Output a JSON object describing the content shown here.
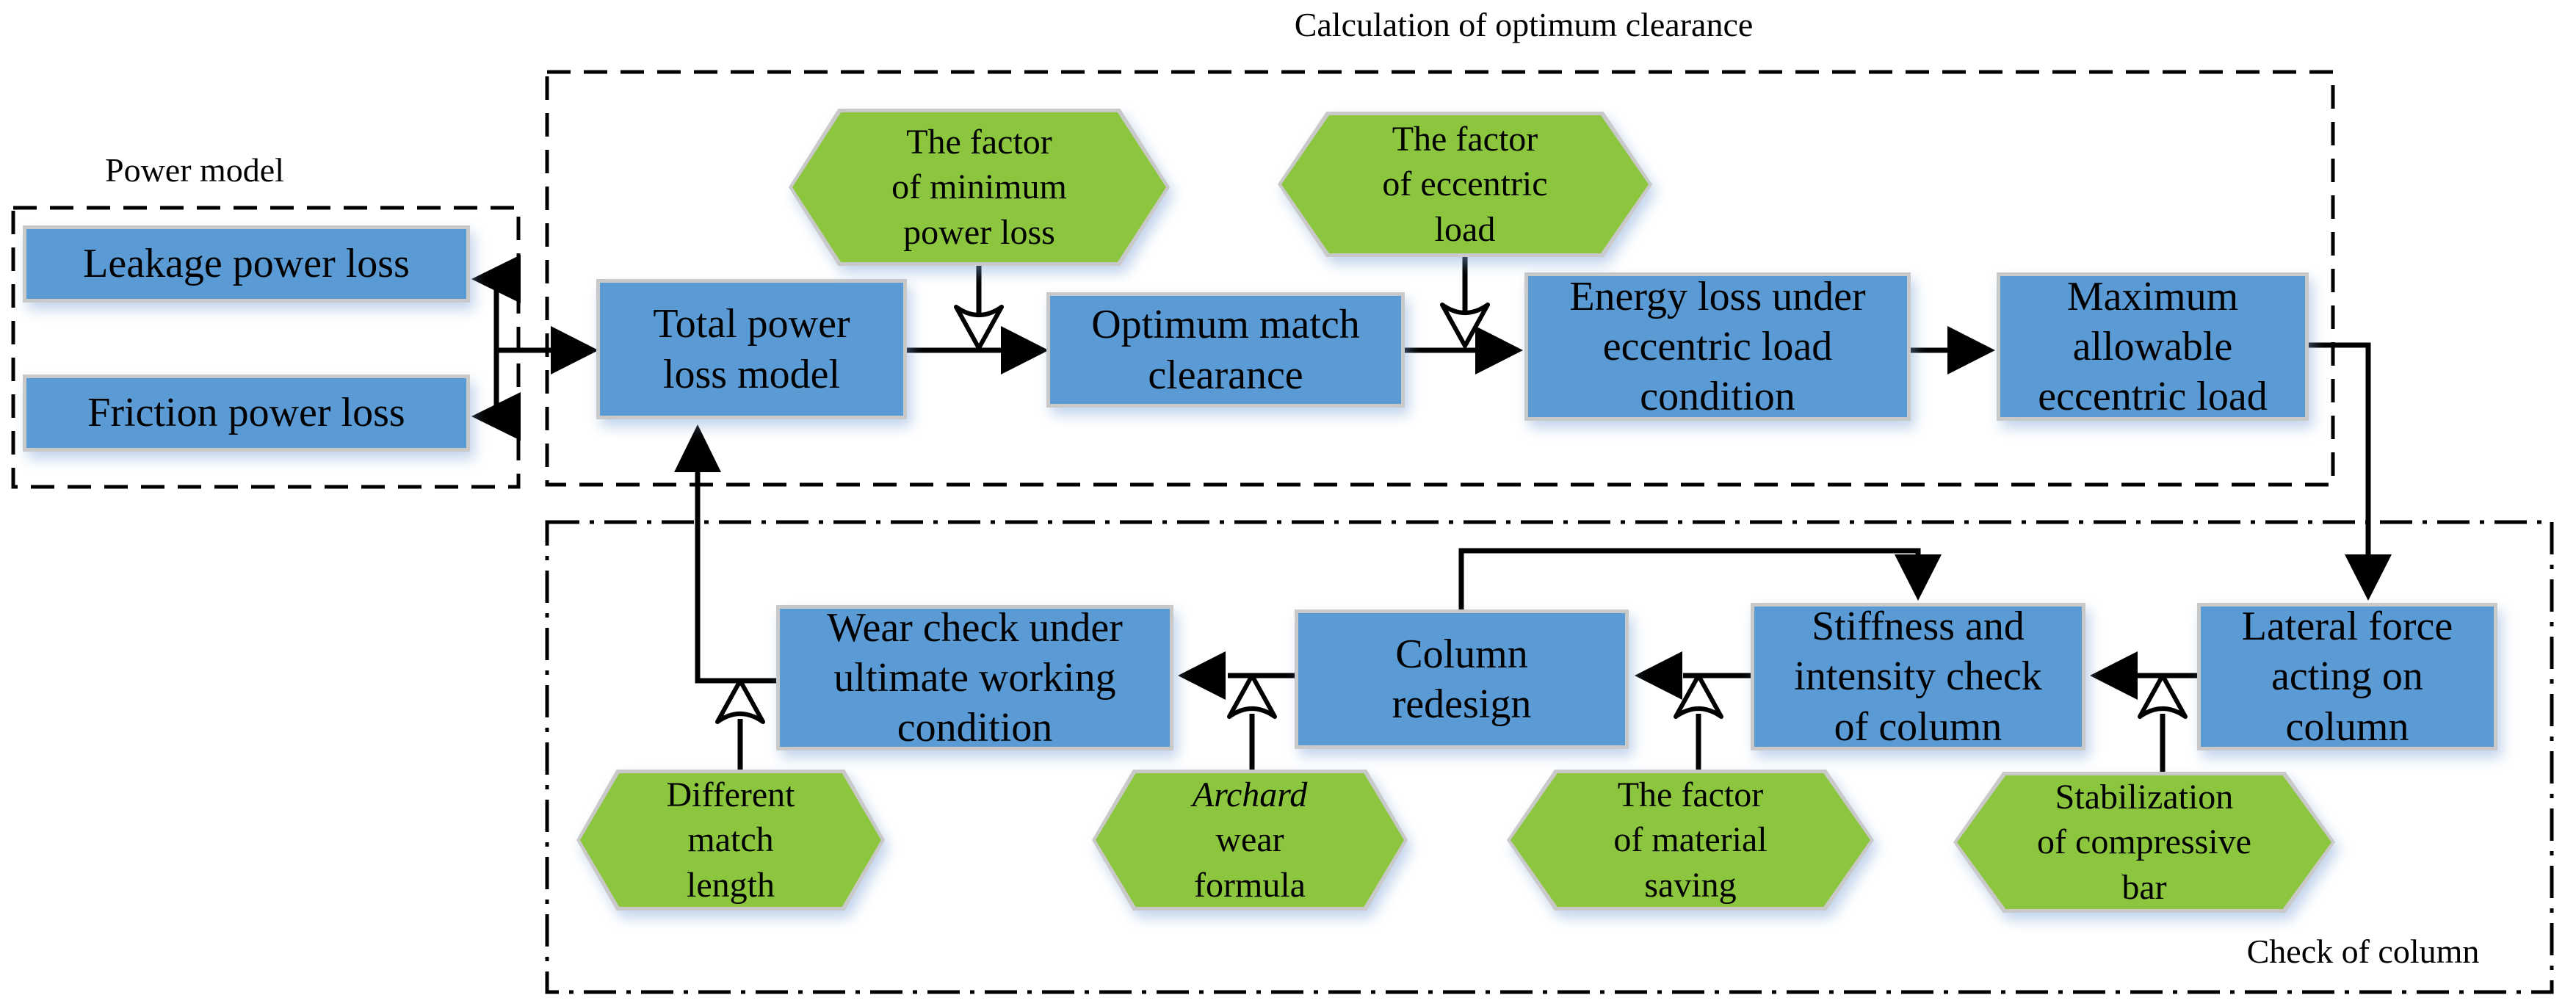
{
  "diagram": {
    "labels": {
      "calc_title": "Calculation of optimum clearance",
      "power_title": "Power model",
      "check_title": "Check of column"
    },
    "boxes": {
      "leakage": "Leakage power loss",
      "friction": "Friction power loss",
      "total": "Total power\nloss model",
      "optimum": "Optimum match\nclearance",
      "energy": "Energy loss under\neccentric load\ncondition",
      "maximum": "Maximum\nallowable\neccentric load",
      "lateral": "Lateral force\nacting on\ncolumn",
      "stiffness": "Stiffness and\nintensity check\nof column",
      "redesign": "Column\nredesign",
      "wear": "Wear check under\nultimate working\ncondition"
    },
    "hexagons": {
      "min_power": "The factor\nof minimum\npower loss",
      "eccentric": "The factor\nof eccentric\nload",
      "diff_length": "Different\nmatch\nlength",
      "archard_word": "Archard",
      "archard_rest": "wear\nformula",
      "material": "The factor\nof material\nsaving",
      "stabilization": "Stabilization\nof compressive\nbar"
    },
    "colors": {
      "box_fill": "#5B9BD5",
      "hex_fill": "#8CC63F",
      "border": "#C9C9C9",
      "line": "#000000"
    }
  }
}
